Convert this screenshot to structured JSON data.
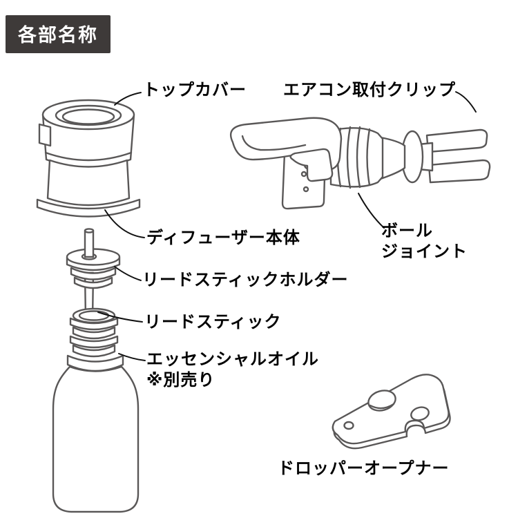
{
  "badge": {
    "label": "各部名称"
  },
  "labels": {
    "top_cover": "トップカバー",
    "ac_clip": "エアコン取付クリップ",
    "diffuser_body": "ディフューザー本体",
    "ball_joint_line1": "ボール",
    "ball_joint_line2": "ジョイント",
    "reed_stick_holder": "リードスティックホルダー",
    "reed_stick": "リードスティック",
    "essential_oil": "エッセンシャルオイル",
    "essential_oil_note": "※別売り",
    "dropper_opener": "ドロッパーオープナー"
  },
  "illustrations": [
    "top-cover",
    "diffuser-body",
    "reed-stick",
    "reed-stick-holder",
    "essential-oil-bottle",
    "ac-vent-clip-assembly",
    "ball-joint",
    "dropper-opener"
  ],
  "colors": {
    "badge_bg": "#3e3a39",
    "line_art": "#595757",
    "leader_line": "#111111",
    "text": "#000000",
    "background": "#ffffff"
  }
}
